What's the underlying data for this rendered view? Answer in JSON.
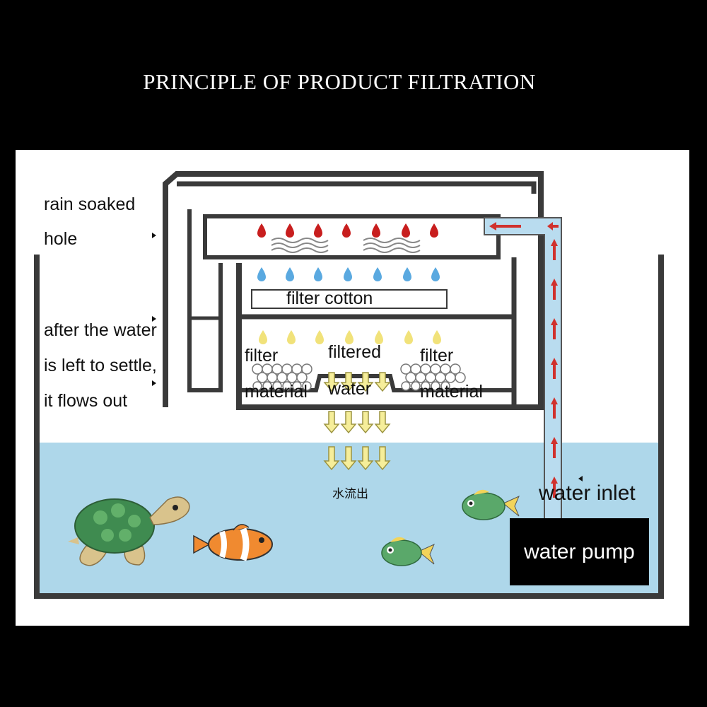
{
  "title": "PRINCIPLE OF PRODUCT FILTRATION",
  "labels": {
    "rain_soaked": "rain soaked",
    "hole": "hole",
    "after_1": "after the water",
    "after_2": "is left to settle,",
    "after_3": "it flows out",
    "filter_cotton": "filter cotton",
    "filter_left": "filter",
    "material_left": "material",
    "filtered": "filtered",
    "water_mid": "water",
    "filter_right": "filter",
    "material_right": "material",
    "outflow_cn": "水流出",
    "water_inlet": "water inlet",
    "water_pump": "water pump"
  },
  "colors": {
    "background": "#000000",
    "panel": "#ffffff",
    "water": "#aed7ea",
    "tank_outline": "#3a3a3a",
    "pipe": "#b9dcef",
    "arrow_red": "#d0312d",
    "drop_red": "#c81e1e",
    "drop_blue": "#5aa9e0",
    "drop_yellow": "#f1e27a",
    "flow_arrow_fill": "#f6ee9a",
    "flow_arrow_stroke": "#9c9442"
  }
}
